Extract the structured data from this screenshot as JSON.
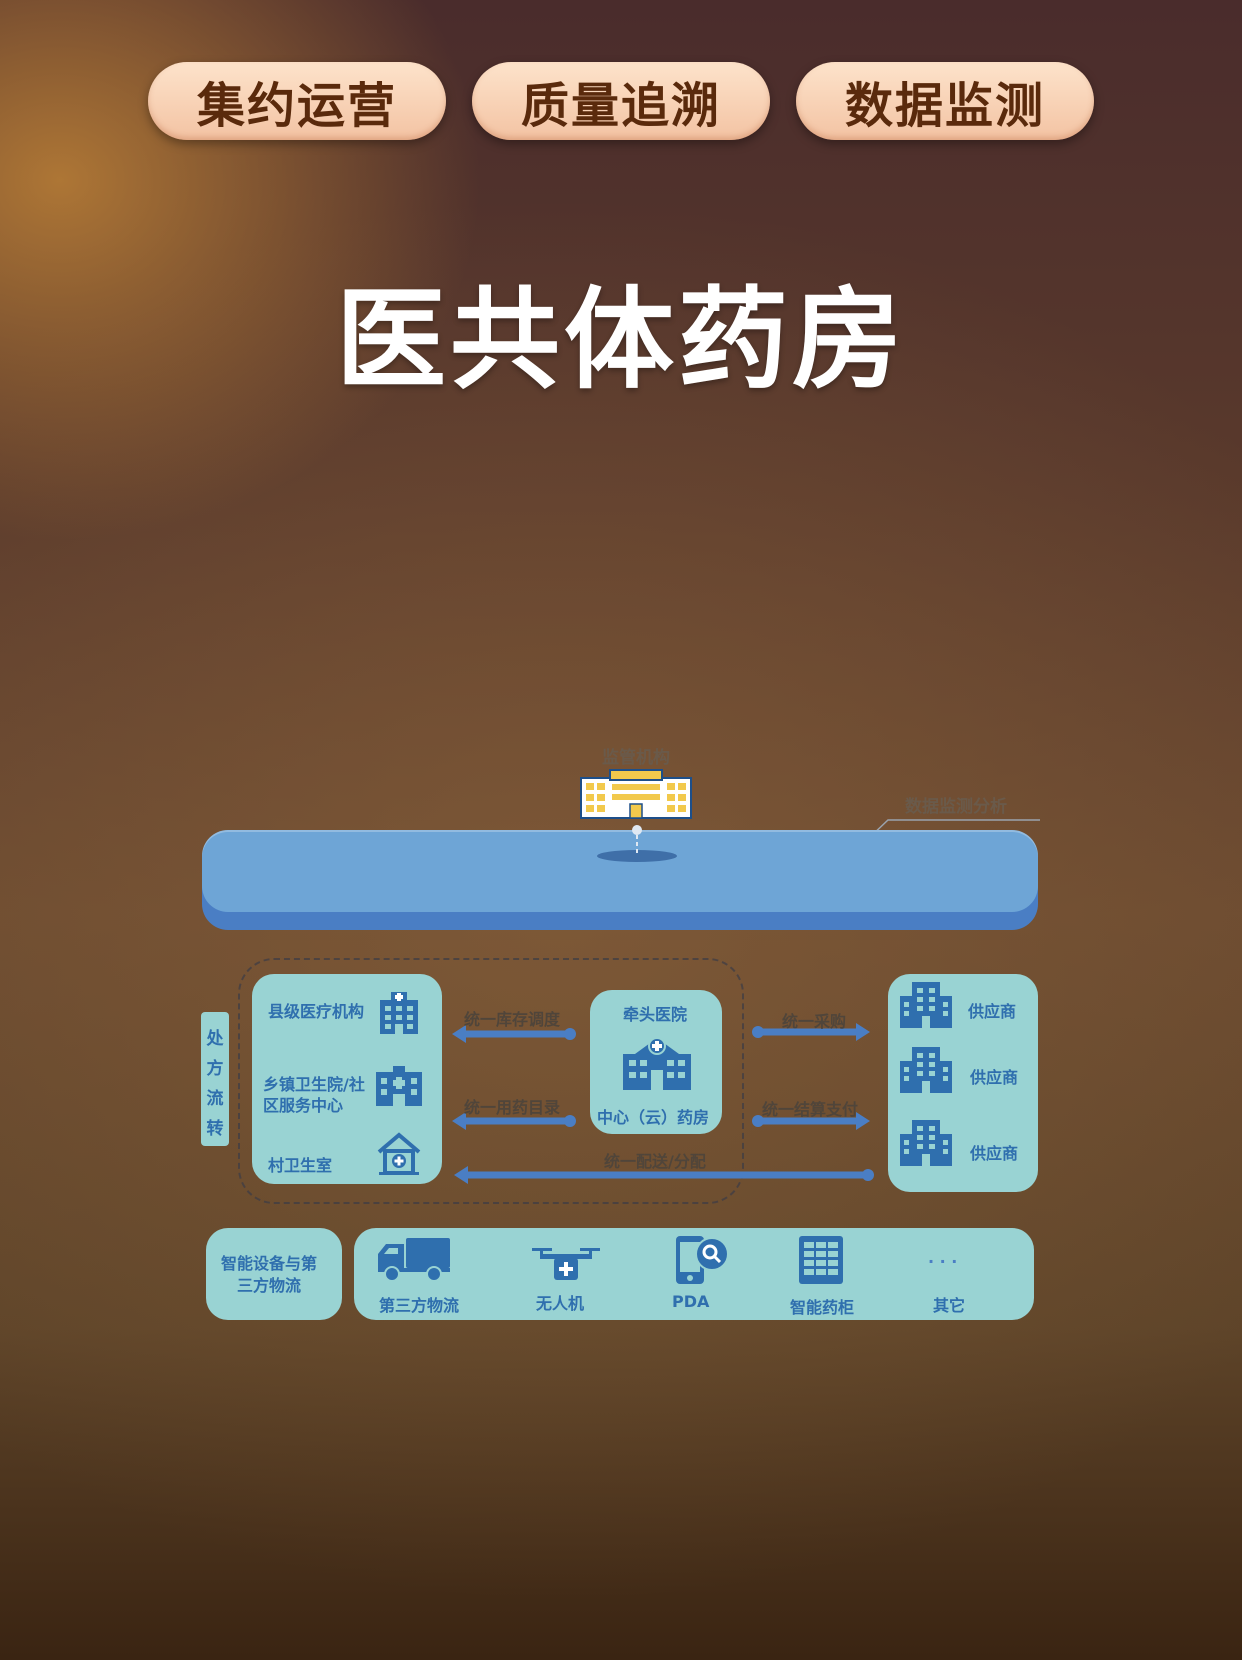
{
  "tags": [
    "集约运营",
    "质量追溯",
    "数据监测"
  ],
  "title": "医共体药房",
  "diagram": {
    "regulator": "监管机构",
    "monitor_label": "数据监测分析",
    "side_label_chars": [
      "处",
      "方",
      "流",
      "转"
    ],
    "left_group": {
      "items": [
        "县级医疗机构",
        "乡镇卫生院/社",
        "区服务中心",
        "村卫生室"
      ]
    },
    "center": {
      "top": "牵头医院",
      "bottom": "中心（云）药房"
    },
    "arrows": {
      "inventory": "统一库存调度",
      "catalog": "统一用药目录",
      "purchase": "统一采购",
      "settlement": "统一结算支付",
      "delivery": "统一配送/分配"
    },
    "suppliers": [
      "供应商",
      "供应商",
      "供应商"
    ],
    "devices_label_lines": [
      "智能设备与第",
      "三方物流"
    ],
    "devices": [
      "第三方物流",
      "无人机",
      "PDA",
      "智能药柜",
      "其它"
    ],
    "ellipsis": "· · ·",
    "colors": {
      "tile": "#99d3d3",
      "platform": "#6ea5d6",
      "icon": "#2f6fae",
      "arrow": "#4a7ec4"
    }
  }
}
